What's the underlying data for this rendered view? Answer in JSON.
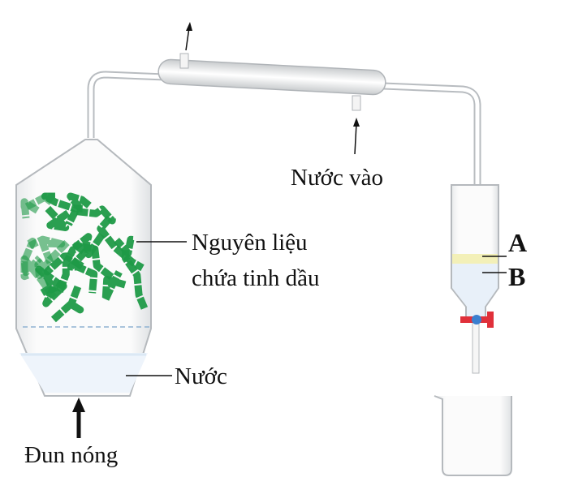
{
  "labels": {
    "material_line1": "Nguyên liệu",
    "material_line2": "chứa tinh dầu",
    "water": "Nước",
    "heating": "Đun nóng",
    "water_in": "Nước vào",
    "layer_a": "A",
    "layer_b": "B"
  },
  "colors": {
    "plant_material": "#1f9a47",
    "upper_layer": "#f3f0b8",
    "lower_layer": "#e4eef8",
    "stopcock": "#e0303a",
    "stopcock_ball": "#3a7fd0",
    "glass": "#b8bcc0"
  }
}
